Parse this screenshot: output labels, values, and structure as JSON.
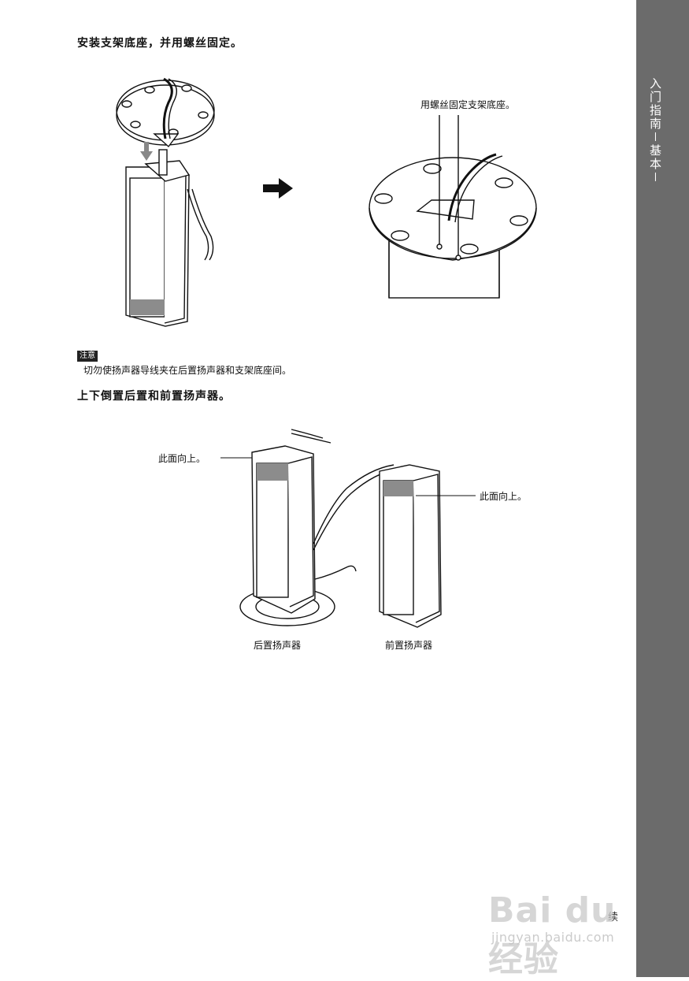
{
  "sidebar": {
    "section_title": "入门指南－基本－"
  },
  "step1": {
    "instruction": "安装支架底座，并用螺丝固定。",
    "callout": "用螺丝固定支架底座。"
  },
  "note": {
    "badge": "注意",
    "text": "切勿使扬声器导线夹在后置扬声器和支架底座间。"
  },
  "step2": {
    "instruction": "上下倒置后置和前置扬声器。",
    "callout_left": "此面向上。",
    "callout_right": "此面向上。",
    "caption_rear": "后置扬声器",
    "caption_front": "前置扬声器"
  },
  "footer": {
    "continued_mark": "续"
  },
  "watermark": {
    "brand": "Bai du 经验",
    "url": "jingyan.baidu.com"
  },
  "colors": {
    "sidebar": "#6b6b6b",
    "ink": "#111111",
    "panel_gray": "#8c8c8c"
  }
}
